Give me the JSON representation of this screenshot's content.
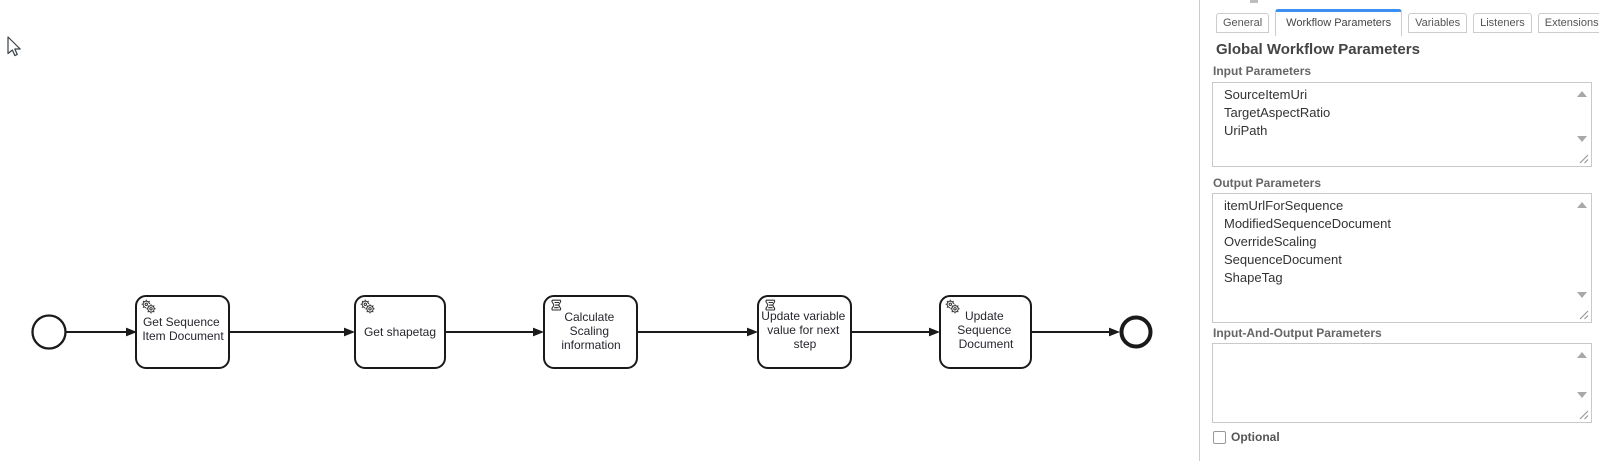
{
  "panel": {
    "tabs": [
      {
        "label": "General",
        "active": false
      },
      {
        "label": "Workflow Parameters",
        "active": true
      },
      {
        "label": "Variables",
        "active": false
      },
      {
        "label": "Listeners",
        "active": false
      },
      {
        "label": "Extensions",
        "active": false
      }
    ],
    "title": "Global Workflow Parameters",
    "input_parameters": {
      "label": "Input Parameters",
      "items": [
        "SourceItemUri",
        "TargetAspectRatio",
        "UriPath"
      ]
    },
    "output_parameters": {
      "label": "Output Parameters",
      "items": [
        "itemUrlForSequence",
        "ModifiedSequenceDocument",
        "OverrideScaling",
        "SequenceDocument",
        "ShapeTag"
      ]
    },
    "input_and_output_parameters": {
      "label": "Input-And-Output Parameters",
      "items": []
    },
    "optional_checkbox": {
      "label": "Optional",
      "checked": false
    }
  },
  "diagram": {
    "elements": [
      {
        "id": "start",
        "type": "start-event"
      },
      {
        "id": "task1",
        "type": "service-task",
        "name": "Get Sequence Item Document",
        "label_lines": [
          "Get Sequence",
          "Item Document"
        ]
      },
      {
        "id": "task2",
        "type": "service-task",
        "name": "Get shapetag",
        "label_lines": [
          "Get shapetag"
        ]
      },
      {
        "id": "task3",
        "type": "script-task",
        "name": "Calculate Scaling information",
        "label_lines": [
          "Calculate",
          "Scaling",
          "information"
        ]
      },
      {
        "id": "task4",
        "type": "script-task",
        "name": "Update variable value for next step",
        "label_lines": [
          "Update variable",
          "value for next",
          "step"
        ]
      },
      {
        "id": "task5",
        "type": "service-task",
        "name": "Update Sequence Document",
        "label_lines": [
          "Update",
          "Sequence",
          "Document"
        ]
      },
      {
        "id": "end",
        "type": "end-event"
      }
    ],
    "flows": [
      {
        "from": "start",
        "to": "task1"
      },
      {
        "from": "task1",
        "to": "task2"
      },
      {
        "from": "task2",
        "to": "task3"
      },
      {
        "from": "task3",
        "to": "task4"
      },
      {
        "from": "task4",
        "to": "task5"
      },
      {
        "from": "task5",
        "to": "end"
      }
    ]
  },
  "icons": {
    "service_task": "gears-icon",
    "script_task": "script-scroll-icon",
    "scroll_up": "up-arrow-icon",
    "scroll_down": "down-arrow-icon",
    "resize": "resize-grip-icon",
    "pointer": "mouse-cursor-icon"
  },
  "colors": {
    "accent": "#3d8ff2",
    "panel_border": "#cccccc",
    "diagram_stroke": "#1a1a1a",
    "label_gray": "#666666"
  }
}
